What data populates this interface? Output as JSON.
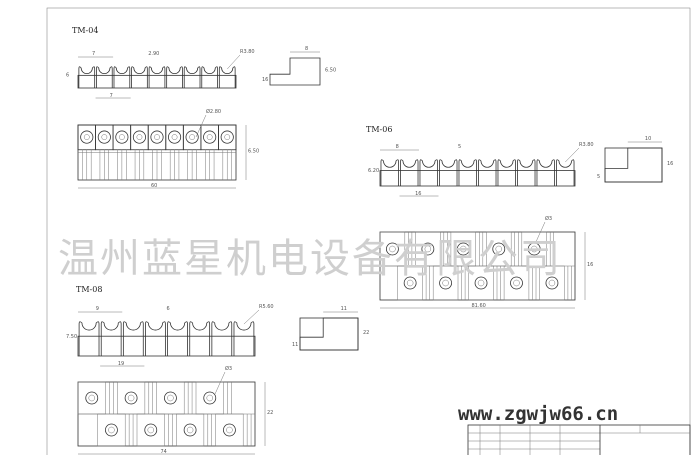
{
  "drawings": [
    {
      "model": "TM-04",
      "clips": 9,
      "dims": [
        "7",
        "2.90",
        "R3.80",
        "7",
        "6",
        "Ø2.80",
        "60",
        "8",
        "6.50",
        "16"
      ]
    },
    {
      "model": "TM-06",
      "clips": 10,
      "dims": [
        "8",
        "5",
        "R3.80",
        "16",
        "6.20",
        "Ø3",
        "81.60",
        "10",
        "16",
        "5"
      ]
    },
    {
      "model": "TM-08",
      "clips": 8,
      "dims": [
        "9",
        "6",
        "R5.60",
        "19",
        "7.50",
        "Ø3",
        "74",
        "11",
        "22",
        "11"
      ]
    }
  ],
  "watermark": "温州蓝星机电设备有限公司",
  "site_url": "www.zgwjw66.cn"
}
